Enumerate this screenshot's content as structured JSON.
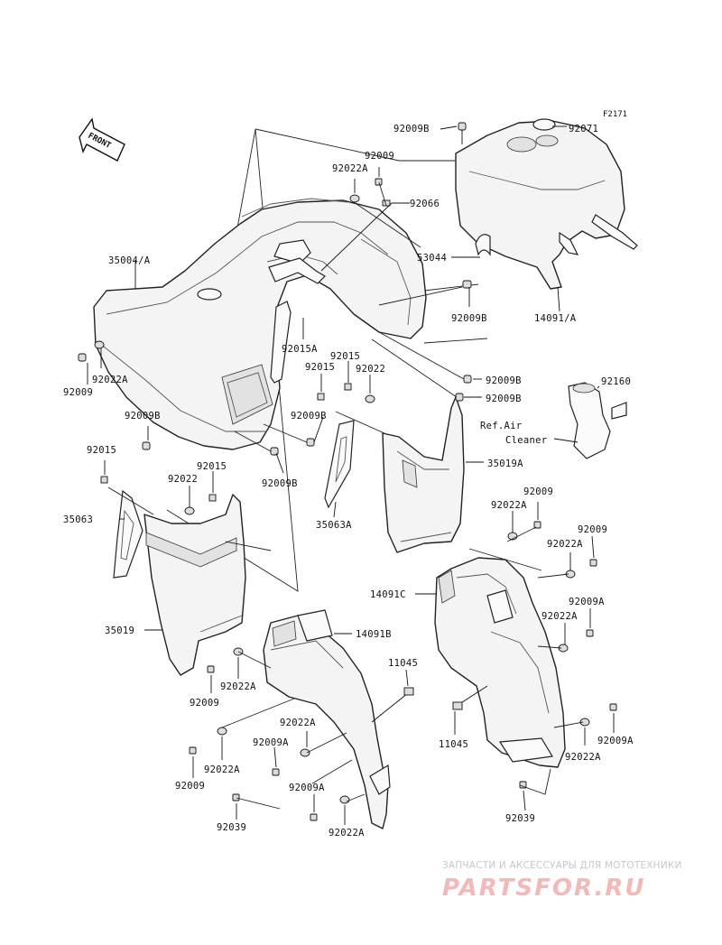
{
  "figure_id": "F2171",
  "front_label": "FRONT",
  "callouts": {
    "c92009B_top": "92009B",
    "c92071": "92071",
    "c92009_a": "92009",
    "c92022A_a": "92022A",
    "c92066": "92066",
    "c35004A": "35004/A",
    "c53044": "53044",
    "c92009B_b": "92009B",
    "c14091A": "14091/A",
    "c92015A": "92015A",
    "c92015_a": "92015",
    "c92015_b": "92015",
    "c92022_a": "92022",
    "c92022A_b": "92022A",
    "c92009_b": "92009",
    "c92009B_c": "92009B",
    "c92009B_d": "92009B",
    "c92160": "92160",
    "c92009B_e": "92009B",
    "c92009B_f": "92009B",
    "ref_air_1": "Ref.Air",
    "ref_air_2": "Cleaner",
    "c92009B_g": "92009B",
    "c35019A": "35019A",
    "c92015_c": "92015",
    "c92015_d": "92015",
    "c92022_b": "92022",
    "c35063": "35063",
    "c35063A": "35063A",
    "c92009_c": "92009",
    "c92022A_c": "92022A",
    "c92009_d": "92009",
    "c92022A_d": "92022A",
    "c14091C": "14091C",
    "c92009A_a": "92009A",
    "c35019": "35019",
    "c14091B": "14091B",
    "c92022A_e": "92022A",
    "c11045_a": "11045",
    "c92022A_f": "92022A",
    "c92009_e": "92009",
    "c92022A_g": "92022A",
    "c11045_b": "11045",
    "c92009A_b": "92009A",
    "c92022A_h": "92022A",
    "c92009A_c": "92009A",
    "c92022A_i": "92022A",
    "c92009_f": "92009",
    "c92009A_d": "92009A",
    "c92039_a": "92039",
    "c92022A_j": "92022A",
    "c92039_b": "92039"
  },
  "watermark": {
    "tagline": "ЗАПЧАСТИ И АКСЕССУАРЫ ДЛЯ МОТОТЕХНИКИ",
    "brand": "PARTSFOR.RU"
  }
}
